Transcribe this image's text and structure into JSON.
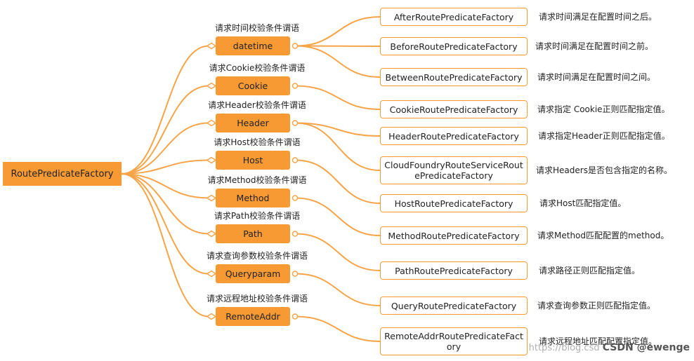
{
  "root": {
    "label": "RoutePredicateFactory"
  },
  "colors": {
    "accent": "#f79a34",
    "line": "#f5a548"
  },
  "mids": [
    {
      "label": "datetime",
      "desc": "请求时间校验条件谓语"
    },
    {
      "label": "Cookie",
      "desc": "请求Cookie校验条件谓语"
    },
    {
      "label": "Header",
      "desc": "请求Header校验条件谓语"
    },
    {
      "label": "Host",
      "desc": "请求Host校验条件谓语"
    },
    {
      "label": "Method",
      "desc": "请求Method校验条件谓语"
    },
    {
      "label": "Path",
      "desc": "请求Path校验条件谓语"
    },
    {
      "label": "Queryparam",
      "desc": "请求查询参数校验条件谓语"
    },
    {
      "label": "RemoteAddr",
      "desc": "请求远程地址校验条件谓语"
    }
  ],
  "leaves": [
    {
      "label": "AfterRoutePredicateFactory",
      "desc": "请求时间满足在配置时间之后。"
    },
    {
      "label": "BeforeRoutePredicateFactory",
      "desc": "请求时间满足在配置时间之前。"
    },
    {
      "label": "BetweenRoutePredicateFactory",
      "desc": "请求时间满足在配置时间之间。"
    },
    {
      "label": "CookieRoutePredicateFactory",
      "desc": "请求指定 Cookie正则匹配指定值。"
    },
    {
      "label": "HeaderRoutePredicateFactory",
      "desc": "请求指定Header正则匹配指定值。"
    },
    {
      "label": "CloudFoundryRouteServiceRoutePredicateFactory",
      "desc": "请求Headers是否包含指定的名称。"
    },
    {
      "label": "HostRoutePredicateFactory",
      "desc": "请求Host匹配指定值。"
    },
    {
      "label": "MethodRoutePredicateFactory",
      "desc": "请求Method匹配配置的method。"
    },
    {
      "label": "PathRoutePredicateFactory",
      "desc": "请求路径正则匹配指定值。"
    },
    {
      "label": "QueryRoutePredicateFactory",
      "desc": "请求查询参数正则匹配指定值。"
    },
    {
      "label": "RemoteAddrRoutePredicateFactory",
      "desc": "请求远程地址匹配配置指定值。"
    }
  ],
  "watermark": {
    "url": "https://blog.csd",
    "brand": "CSDN @ewenge"
  }
}
